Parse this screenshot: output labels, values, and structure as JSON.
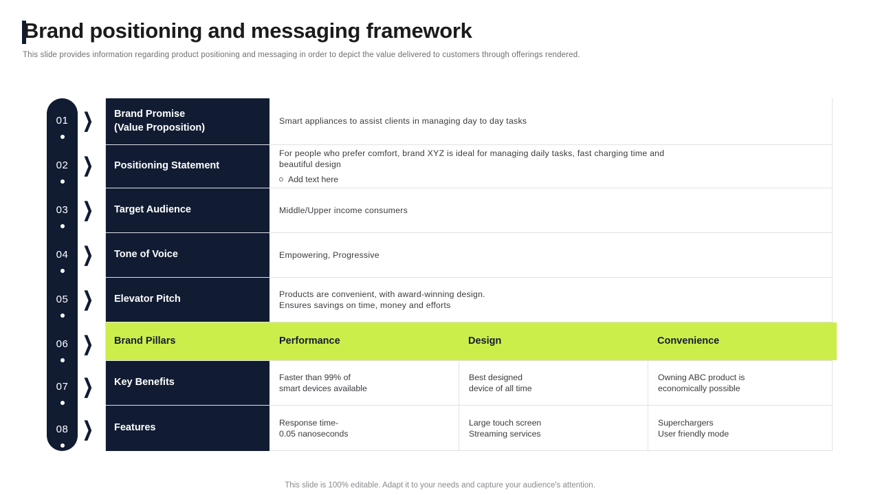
{
  "header": {
    "title": "Brand positioning and messaging framework",
    "subtitle": "This slide provides information regarding product positioning and messaging in order to depict the value delivered to customers through offerings rendered."
  },
  "steps": [
    "01",
    "02",
    "03",
    "04",
    "05",
    "06",
    "07",
    "08"
  ],
  "rows": [
    {
      "number": "01",
      "label": "Brand Promise\n(Value Proposition)",
      "label_line1": "Brand Promise",
      "label_line2": "(Value Proposition)",
      "lines": [
        "Smart appliances to assist clients in managing  day to day tasks"
      ],
      "bullet": ""
    },
    {
      "number": "02",
      "label": "Positioning Statement",
      "lines": [
        "For people who prefer comfort,  brand  XYZ  is ideal for managing daily tasks, fast charging time and",
        "beautiful  design"
      ],
      "bullet": "Add text here"
    },
    {
      "number": "03",
      "label": "Target Audience",
      "lines": [
        "Middle/Upper  income consumers"
      ],
      "bullet": ""
    },
    {
      "number": "04",
      "label": "Tone of  Voice",
      "lines": [
        "Empowering,  Progressive"
      ],
      "bullet": ""
    },
    {
      "number": "05",
      "label": "Elevator Pitch",
      "lines": [
        "Products are convenient,  with award-winning  design.",
        "Ensures savings  on time, money and efforts"
      ],
      "bullet": ""
    }
  ],
  "pillars_row": {
    "number": "06",
    "label": "Brand Pillars",
    "columns": [
      "Performance",
      "Design",
      "Convenience"
    ]
  },
  "benefits_row": {
    "number": "07",
    "label": "Key Benefits",
    "columns": [
      [
        "Faster than 99% of",
        "smart devices available"
      ],
      [
        "Best designed",
        "device of all time"
      ],
      [
        "Owning ABC product is",
        "economically possible"
      ]
    ]
  },
  "features_row": {
    "number": "08",
    "label": "Features",
    "columns": [
      [
        "Response time-",
        "0.05 nanoseconds"
      ],
      [
        "Large touch screen",
        "Streaming services"
      ],
      [
        "Superchargers",
        "User friendly mode"
      ]
    ]
  },
  "footer": {
    "note": "This slide is 100% editable. Adapt it to your needs and capture your audience's attention."
  },
  "colors": {
    "navy": "#111c33",
    "lime": "#ccee4a",
    "border": "#e2e2e6",
    "text": "#3a3a3f"
  },
  "icons": {
    "chevron": "❯"
  }
}
